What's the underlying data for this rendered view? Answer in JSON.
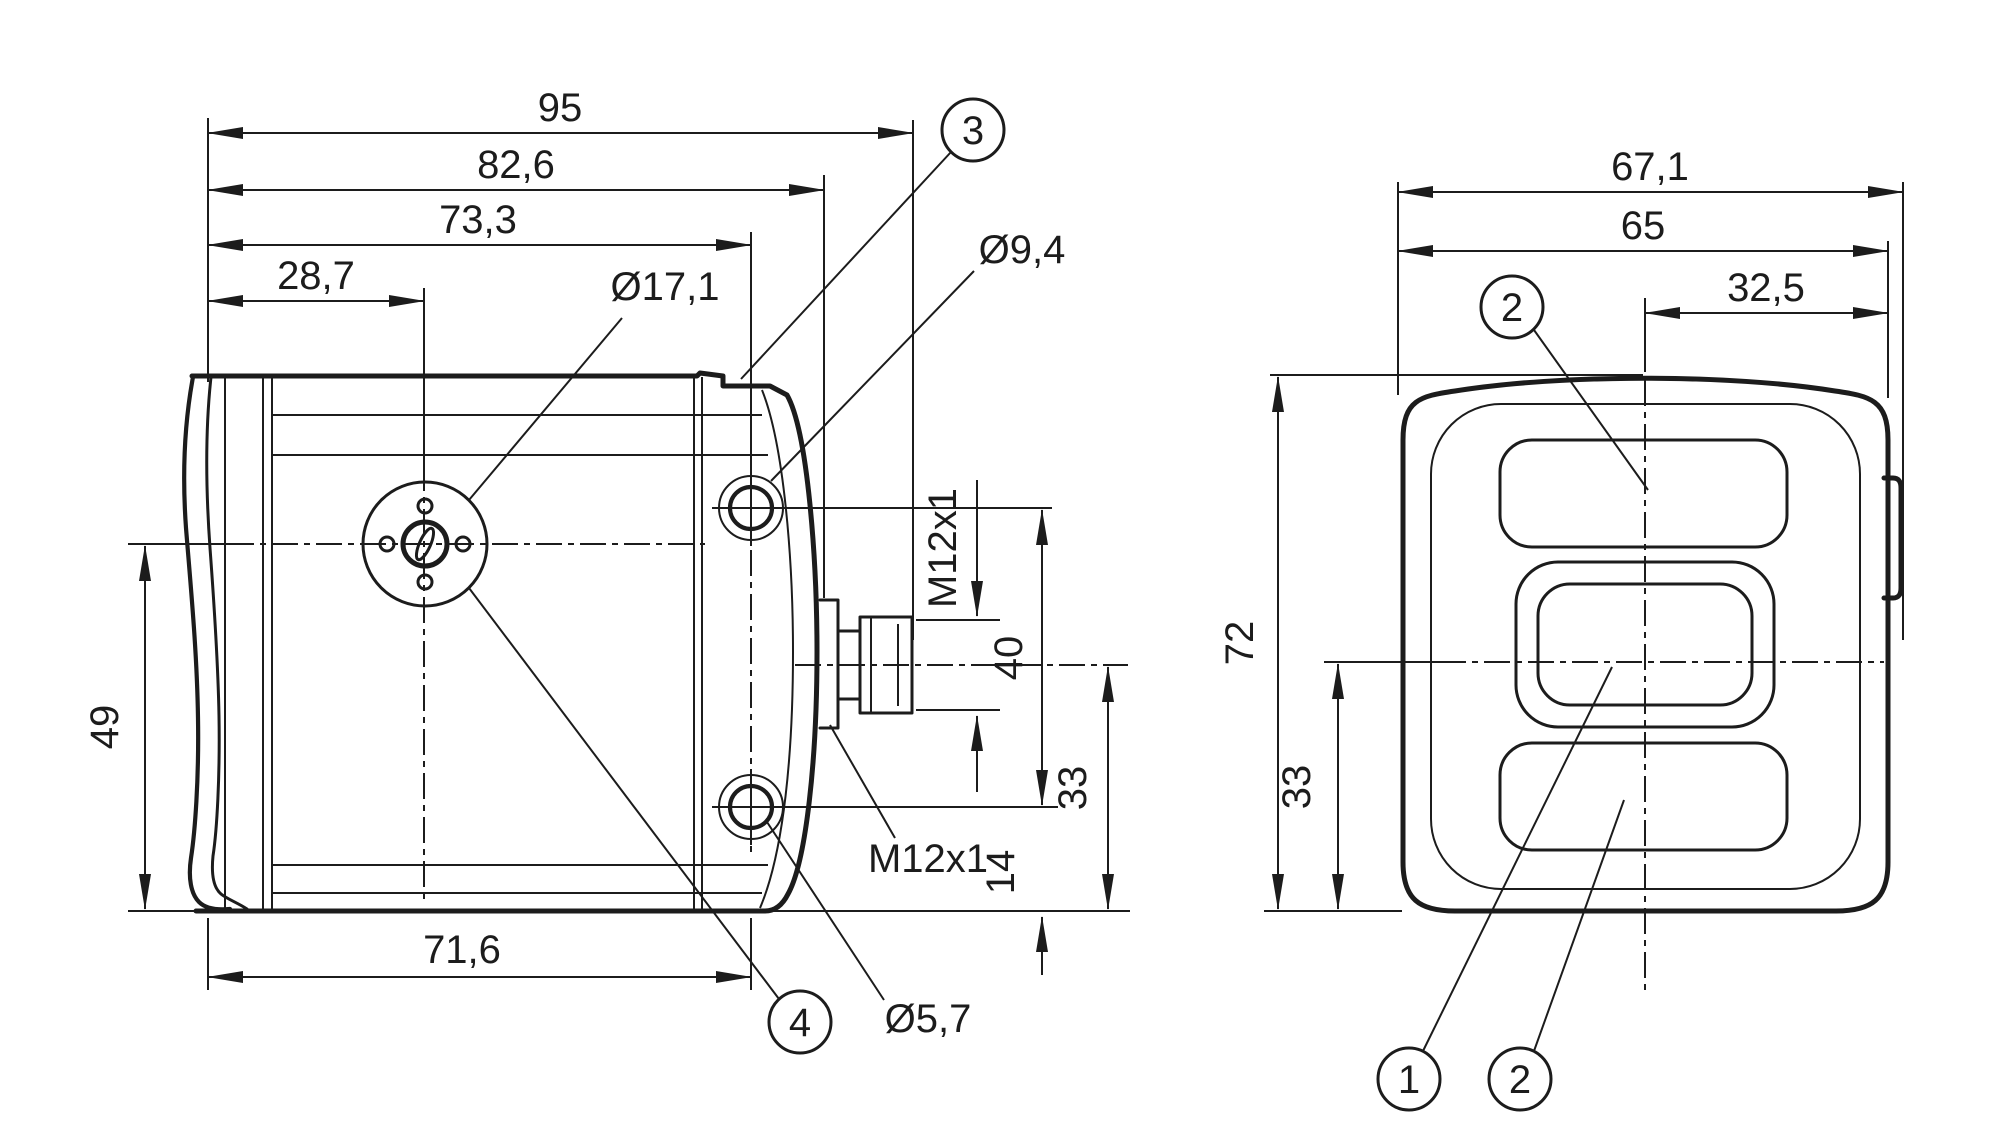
{
  "colors": {
    "background": "#ffffff",
    "line": "#1c1c1c"
  },
  "side_view": {
    "dim_overall_depth": "95",
    "dim_depth_to_flange": "82,6",
    "dim_depth_to_screw_axis": "73,3",
    "dim_mount_offset": "28,7",
    "dia_mount_circle": "Ø17,1",
    "dia_upper_hole": "Ø9,4",
    "dia_lower_hole": "Ø5,7",
    "thread_connector_dim": "M12x1",
    "thread_connector_label": "M12x1",
    "dim_hole_spacing": "40",
    "dim_center_to_bottom": "49",
    "dim_connector_axis_to_bottom": "33",
    "dim_lower_hole_to_bottom": "14",
    "dim_bottom_width": "71,6",
    "callout_3": "3",
    "callout_4": "4"
  },
  "front_view": {
    "dim_width_incl_connector": "67,1",
    "dim_width": "65",
    "dim_center_to_edge": "32,5",
    "dim_height": "72",
    "dim_center_to_bottom": "33",
    "callout_1": "1",
    "callout_2_top": "2",
    "callout_2_bottom": "2"
  }
}
